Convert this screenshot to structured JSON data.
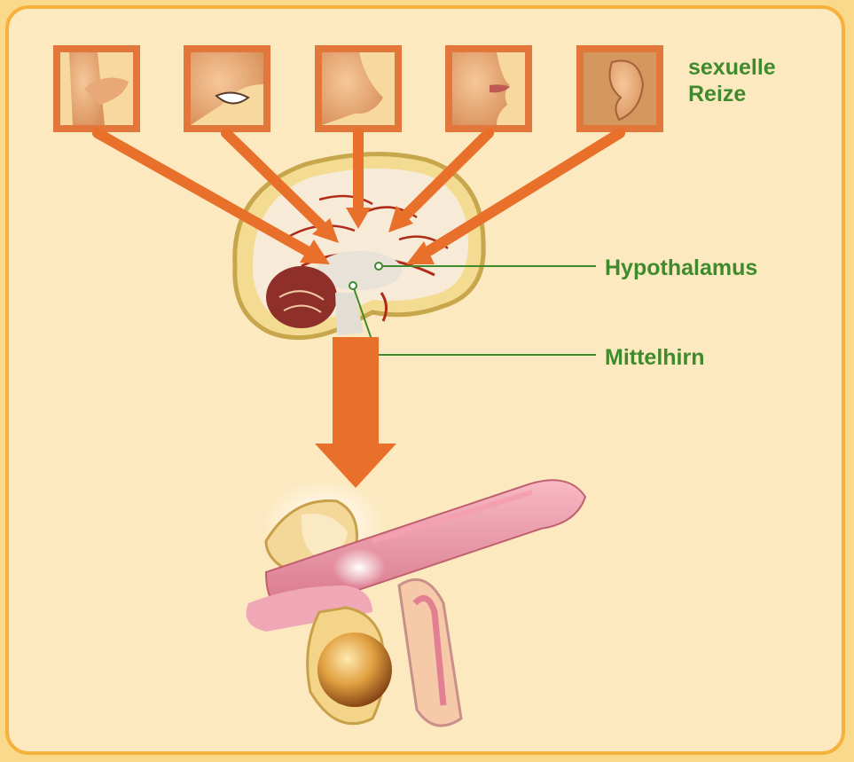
{
  "labels": {
    "stimuli_line1": "sexuelle",
    "stimuli_line2": "Reize",
    "hypothalamus": "Hypothalamus",
    "midbrain": "Mittelhirn"
  },
  "sense_icons": [
    "hand-touch-icon",
    "eye-icon",
    "nose-icon",
    "mouth-icon",
    "ear-icon"
  ],
  "colors": {
    "background": "#fde9c0",
    "frame": "#f5b13c",
    "arrow": "#e8702a",
    "label_text": "#3e8a2c",
    "thumbnail_border": "#e3763a"
  }
}
